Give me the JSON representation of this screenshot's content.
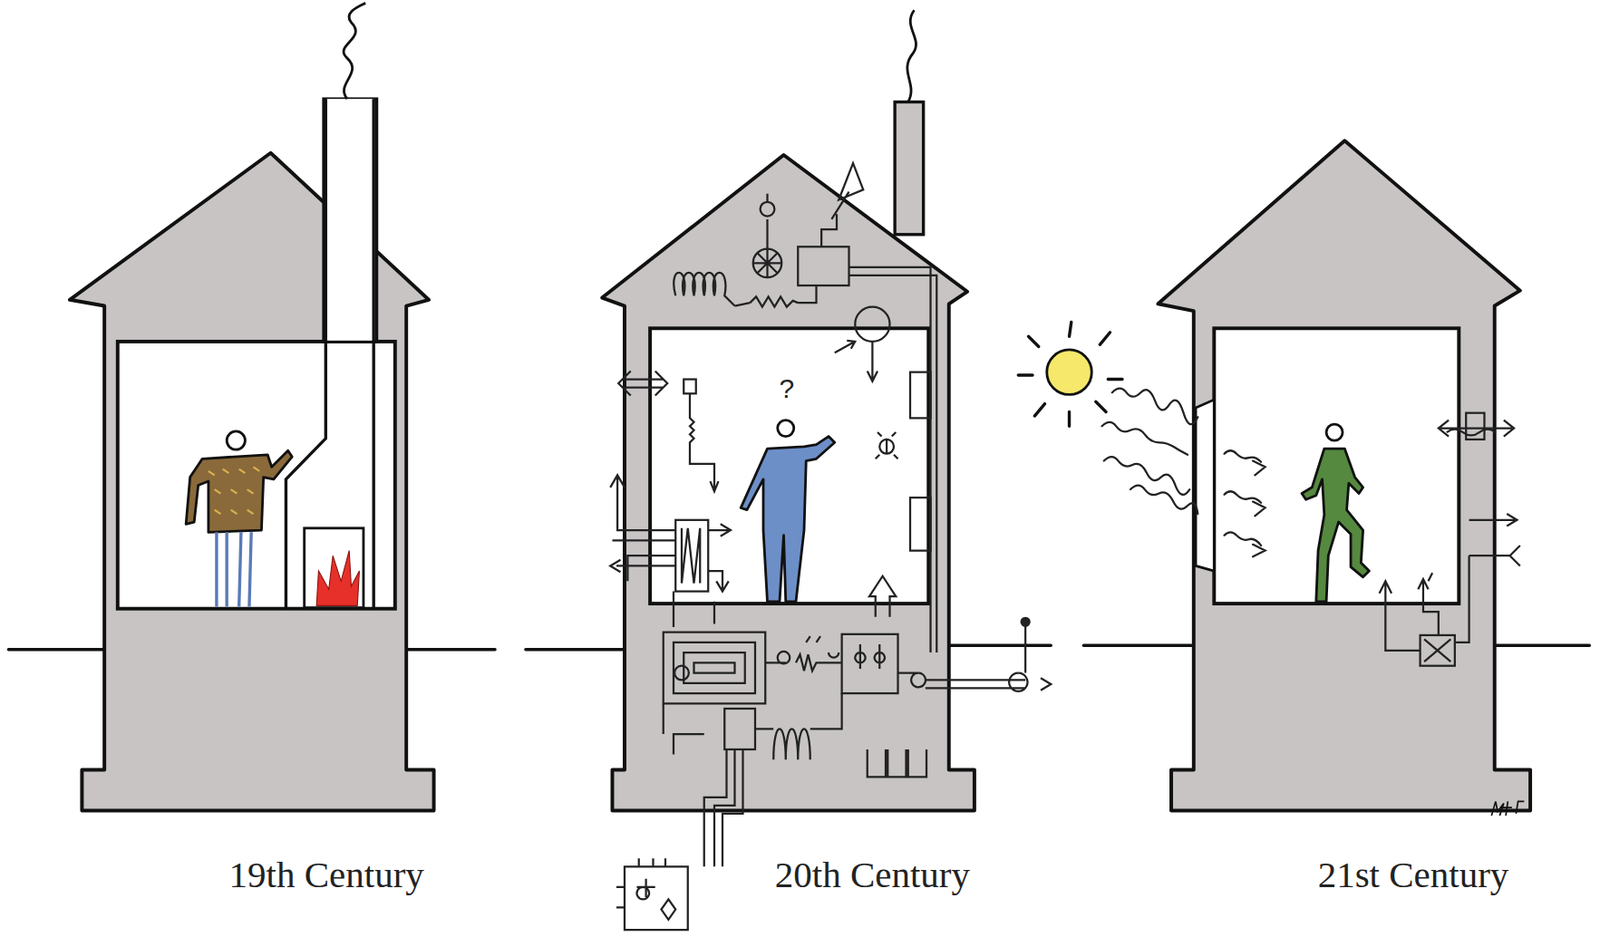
{
  "diagram": {
    "labels": [
      "19th Century",
      "20th Century",
      "21st Century",
      "?"
    ]
  }
}
